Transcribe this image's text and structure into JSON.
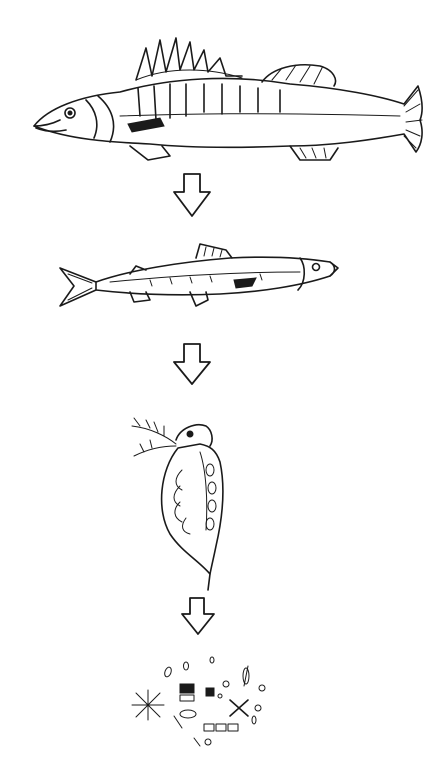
{
  "diagram": {
    "type": "food-chain",
    "orientation": "top-to-bottom",
    "ink_color": "#1a1a1a",
    "background_color": "#ffffff",
    "stages": [
      {
        "id": "predatory-fish",
        "icon": "perch-fish-drawing"
      },
      {
        "id": "small-fish",
        "icon": "small-fish-drawing"
      },
      {
        "id": "zooplankton",
        "icon": "water-flea-drawing"
      },
      {
        "id": "phytoplankton",
        "icon": "algae-cluster-drawing"
      }
    ],
    "connectors": [
      {
        "from": "predatory-fish",
        "to": "small-fish",
        "icon": "hollow-down-arrow"
      },
      {
        "from": "small-fish",
        "to": "zooplankton",
        "icon": "hollow-down-arrow"
      },
      {
        "from": "zooplankton",
        "to": "phytoplankton",
        "icon": "hollow-down-arrow"
      }
    ]
  }
}
